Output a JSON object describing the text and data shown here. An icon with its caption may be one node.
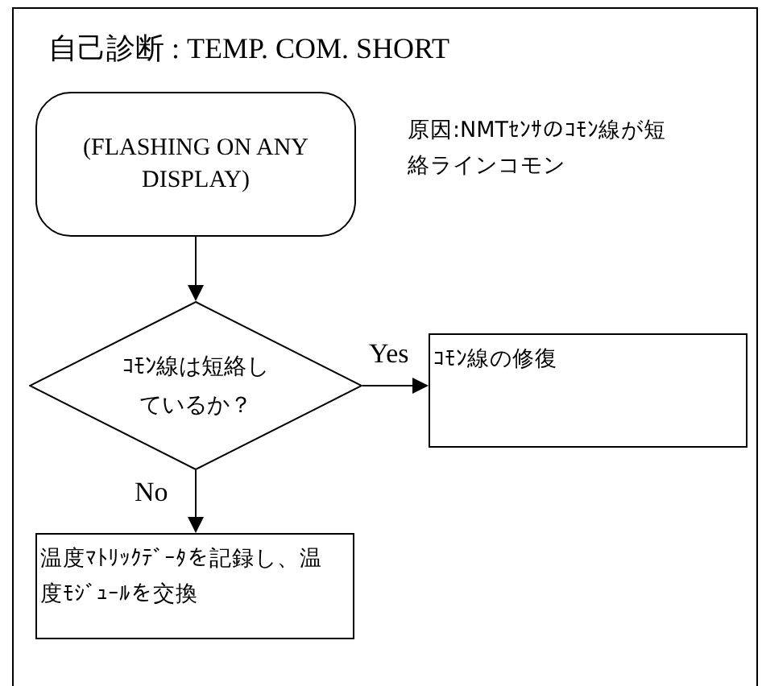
{
  "diagram": {
    "title": "自己診断 : TEMP. COM. SHORT",
    "nodes": [
      {
        "text": [
          "(FLASHING ON ANY DISPLAY)"
        ]
      },
      {
        "text": [
          "ｺﾓﾝ線は短絡しているか？"
        ]
      },
      {
        "text": [
          "ｺﾓﾝ線の修復"
        ]
      },
      {
        "text": [
          "温度ﾏﾄﾘｯｸﾃﾞｰﾀを記録し、温度ﾓｼﾞｭｰﾙを交換"
        ]
      }
    ],
    "edges": [
      {
        "from": 0,
        "to": 1,
        "arrow": "to"
      },
      {
        "from": 1,
        "to": 2,
        "arrow": "to",
        "label": "Yes"
      },
      {
        "from": 1,
        "to": 3,
        "arrow": "to",
        "label": "No"
      }
    ],
    "labels": [
      "原因:NMTｾﾝｻのｺﾓﾝ線が短絡ラインコモン"
    ]
  }
}
